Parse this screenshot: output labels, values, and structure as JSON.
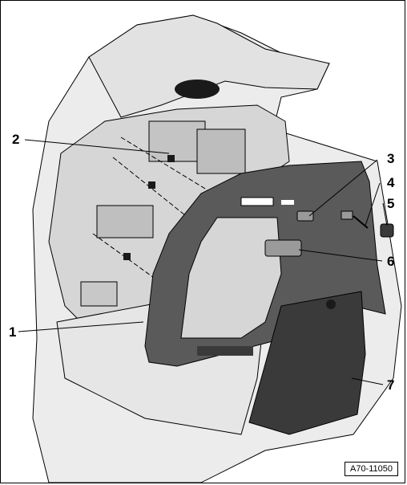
{
  "figure": {
    "reference": "A70-11050",
    "callouts": [
      {
        "number": "1"
      },
      {
        "number": "2"
      },
      {
        "number": "3"
      },
      {
        "number": "4"
      },
      {
        "number": "5"
      },
      {
        "number": "6"
      },
      {
        "number": "7"
      }
    ]
  },
  "colors": {
    "line": "#000000",
    "body_fill": "#ececec",
    "interior_fill": "#d6d6d6",
    "trim_dark": "#3a3a3a",
    "trim_mid": "#5a5a5a",
    "shadow": "#1a1a1a"
  }
}
